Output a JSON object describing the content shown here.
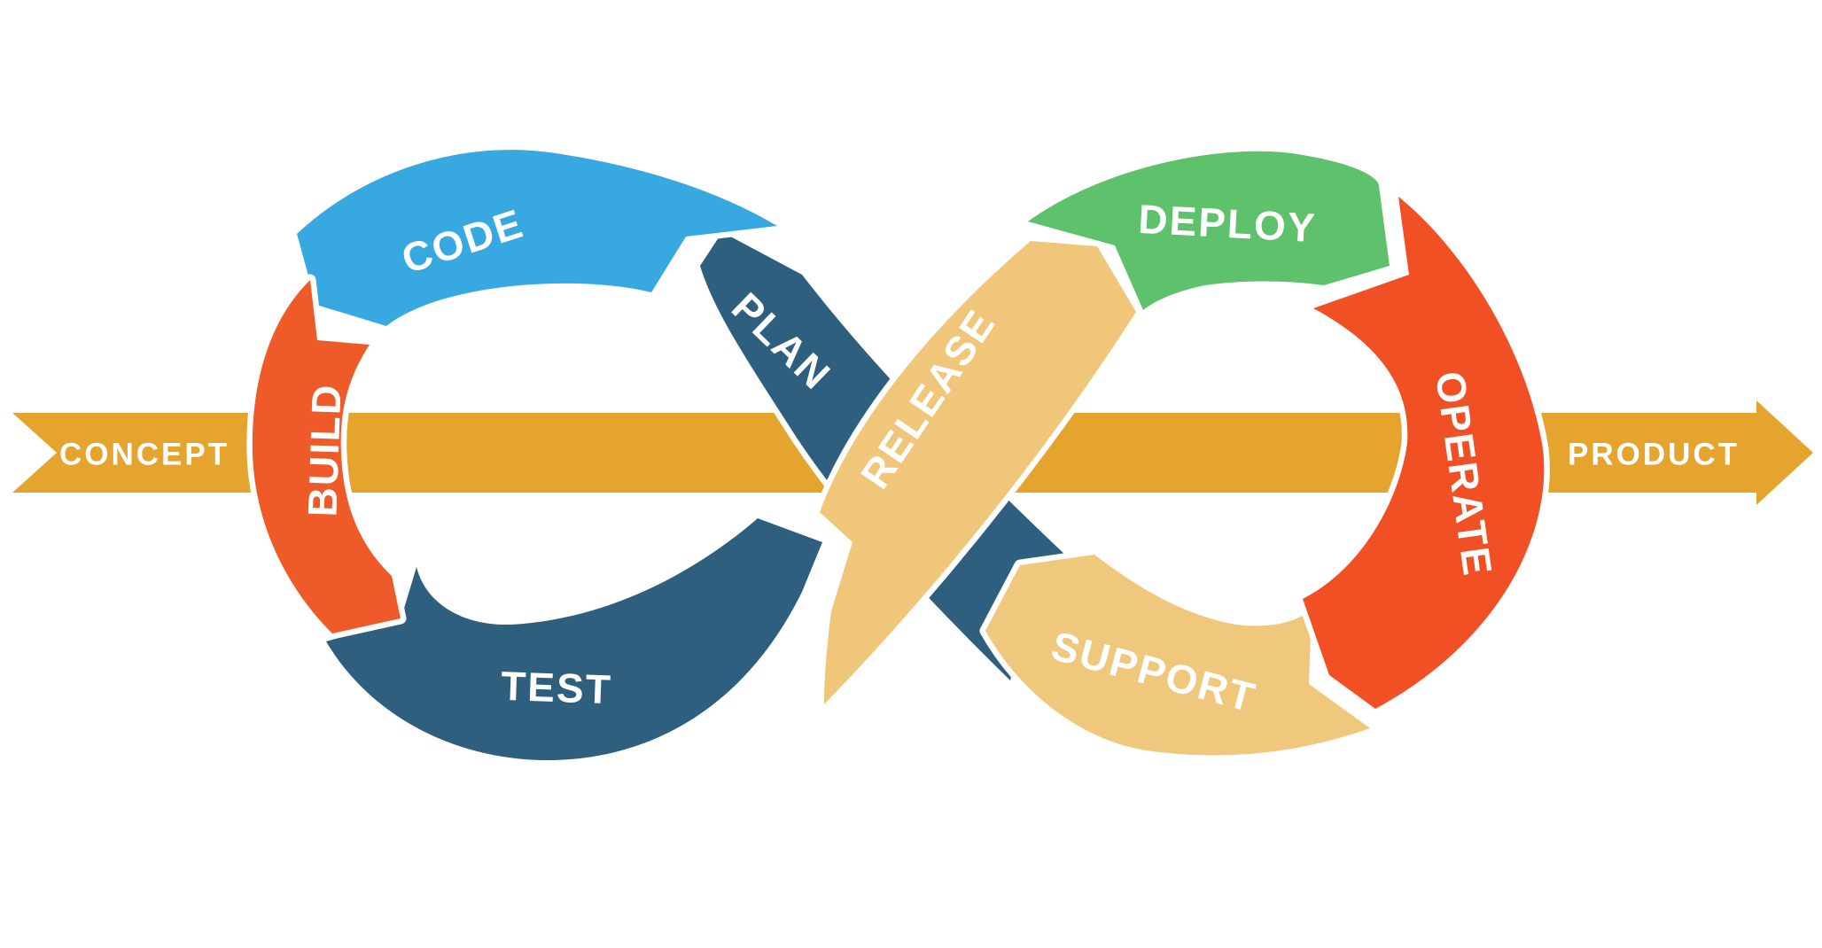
{
  "diagram": {
    "type": "devops-infinity-loop",
    "background_color": "#FFFFFF",
    "label_text_color": "#FFFFFF",
    "flow_band": {
      "start_label": "CONCEPT",
      "end_label": "PRODUCT",
      "color": "#E5A42E"
    },
    "segments": [
      {
        "id": "code",
        "label": "CODE",
        "color": "#38A9E0",
        "loop": "left",
        "position": "top"
      },
      {
        "id": "build",
        "label": "BUILD",
        "color": "#EE5A28",
        "loop": "left",
        "position": "left"
      },
      {
        "id": "test",
        "label": "TEST",
        "color": "#2E5F7E",
        "loop": "left",
        "position": "bottom"
      },
      {
        "id": "plan",
        "label": "PLAN",
        "color": "#2E5F7E",
        "loop": "center",
        "position": "crossing-descending"
      },
      {
        "id": "release",
        "label": "RELEASE",
        "color": "#F0C67A",
        "loop": "center",
        "position": "crossing-ascending"
      },
      {
        "id": "deploy",
        "label": "DEPLOY",
        "color": "#5EC16B",
        "loop": "right",
        "position": "top"
      },
      {
        "id": "operate",
        "label": "OPERATE",
        "color": "#F05023",
        "loop": "right",
        "position": "right"
      },
      {
        "id": "support",
        "label": "SUPPORT",
        "color": "#F0C87D",
        "loop": "right",
        "position": "bottom"
      }
    ]
  }
}
